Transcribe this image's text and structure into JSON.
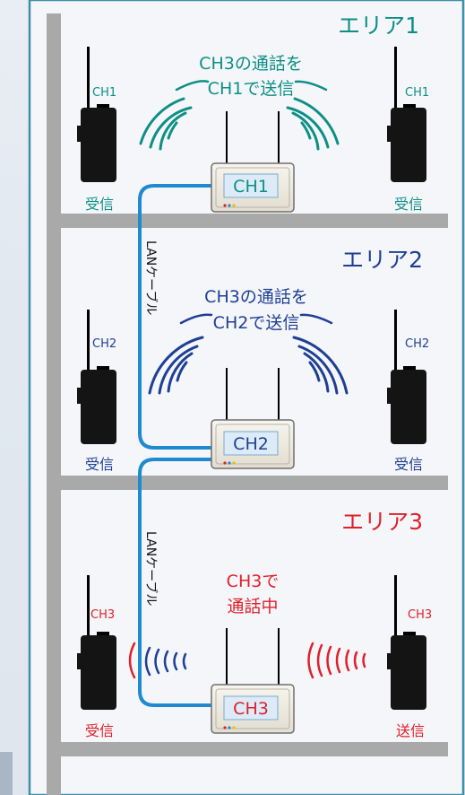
{
  "colors": {
    "area1": "#0e8f86",
    "area2": "#1f3f95",
    "area3": "#e0202a",
    "cable": "#1f8ad0",
    "wall": "#a9a9a9",
    "frame": "#3f8fa6"
  },
  "areas": [
    {
      "title": "エリア1",
      "ch_label": "CH1",
      "caption": [
        "CH3の通話を",
        "CH1で送信"
      ],
      "left_status": "受信",
      "right_status": "受信",
      "left_ch": "CH1",
      "right_ch": "CH1"
    },
    {
      "title": "エリア2",
      "ch_label": "CH2",
      "caption": [
        "CH3の通話を",
        "CH2で送信"
      ],
      "left_status": "受信",
      "right_status": "受信",
      "left_ch": "CH2",
      "right_ch": "CH2"
    },
    {
      "title": "エリア3",
      "ch_label": "CH3",
      "caption": [
        "CH3で",
        "通話中"
      ],
      "left_status": "受信",
      "right_status": "送信",
      "left_ch": "CH3",
      "right_ch": "CH3"
    }
  ],
  "cable_label": "LANケーブル"
}
